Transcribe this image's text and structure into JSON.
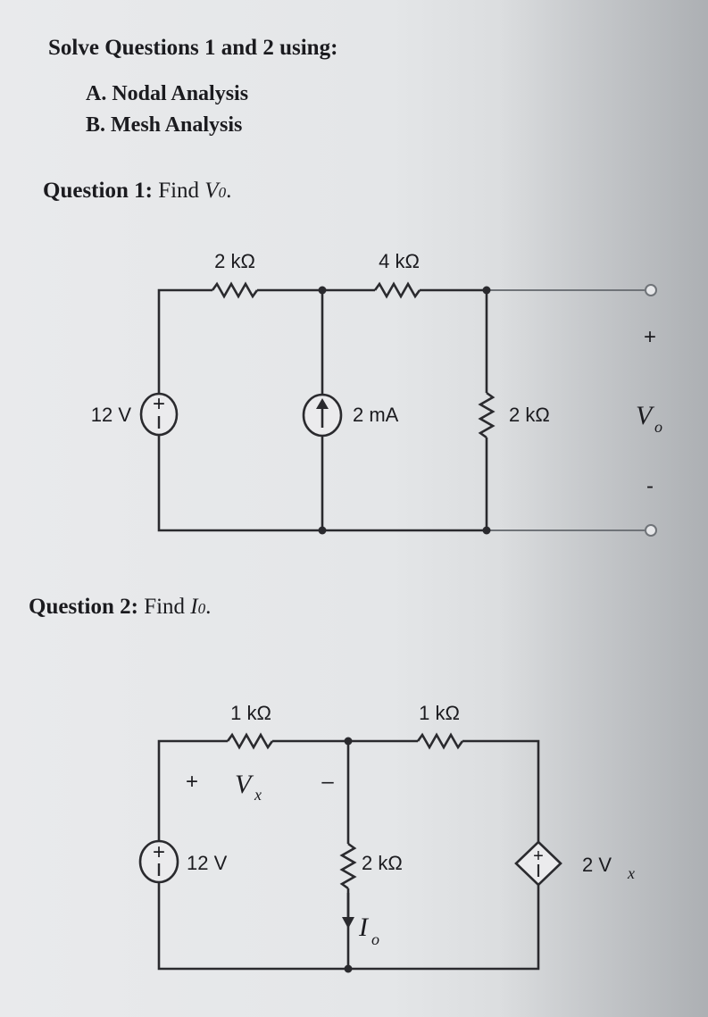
{
  "instructions": {
    "heading": "Solve Questions 1 and 2 using:",
    "methods": [
      "A.  Nodal Analysis",
      "B.  Mesh Analysis"
    ]
  },
  "question1": {
    "label": "Question 1:",
    "text": "Find",
    "target": "V",
    "target_sub": "0",
    "target_end": ".",
    "components": {
      "r_top_left": "2 kΩ",
      "r_top_right": "4 kΩ",
      "voltage_source": "12 V",
      "current_source": "2 mA",
      "r_shunt": "2 kΩ",
      "output_symbol": "V",
      "output_sub": "o",
      "plus": "+",
      "minus": "-"
    }
  },
  "question2": {
    "label": "Question 2:",
    "text": "Find",
    "target": "I",
    "target_sub": "0",
    "target_end": ".",
    "components": {
      "r_left": "1 kΩ",
      "r_right": "1 kΩ",
      "vx_symbol": "V",
      "vx_sub": "x",
      "vx_plus": "+",
      "vx_minus": "–",
      "voltage_source": "12 V",
      "r_middle": "2 kΩ",
      "current_symbol": "I",
      "current_sub": "o",
      "dep_source_coef": "2 V",
      "dep_source_sub": "x"
    }
  }
}
